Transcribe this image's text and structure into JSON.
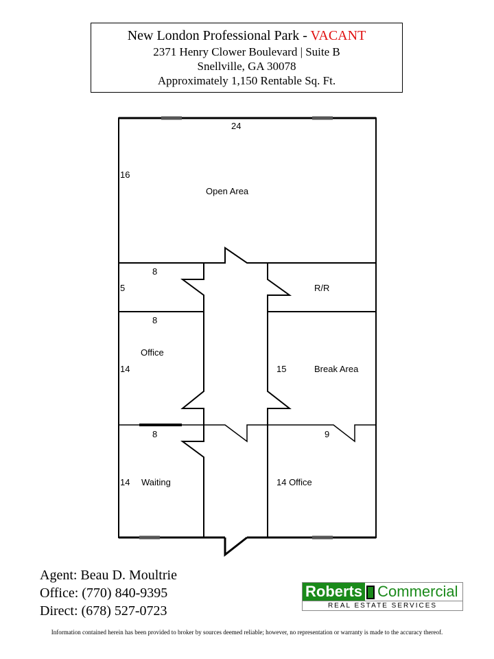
{
  "header": {
    "title": "New London Professional Park - ",
    "status": "VACANT",
    "address": "2371 Henry Clower Boulevard | Suite B",
    "city": "Snellville, GA 30078",
    "size": "Approximately 1,150 Rentable Sq. Ft."
  },
  "plan": {
    "width_top": "24",
    "open_depth": "16",
    "open_label": "Open Area",
    "closet_w": "8",
    "closet_d": "5",
    "rr_label": "R/R",
    "office1_w": "8",
    "office1_label": "Office",
    "office1_d": "14",
    "break_d": "15",
    "break_label": "Break Area",
    "waiting_w": "8",
    "waiting_d": "14",
    "waiting_label": "Waiting",
    "office2_w": "9",
    "office2_label": "14 Office"
  },
  "agent": {
    "name": "Agent:  Beau D. Moultrie",
    "office": "Office: (770) 840-9395",
    "direct": "Direct: (678) 527-0723"
  },
  "logo": {
    "left": "Roberts",
    "right": "Commercial",
    "sub": "REAL ESTATE SERVICES",
    "color": "#1a8a1a"
  },
  "disclaimer": "Information contained herein has been provided to broker by sources deemed reliable; however, no representation or warranty is made to the accuracy thereof."
}
